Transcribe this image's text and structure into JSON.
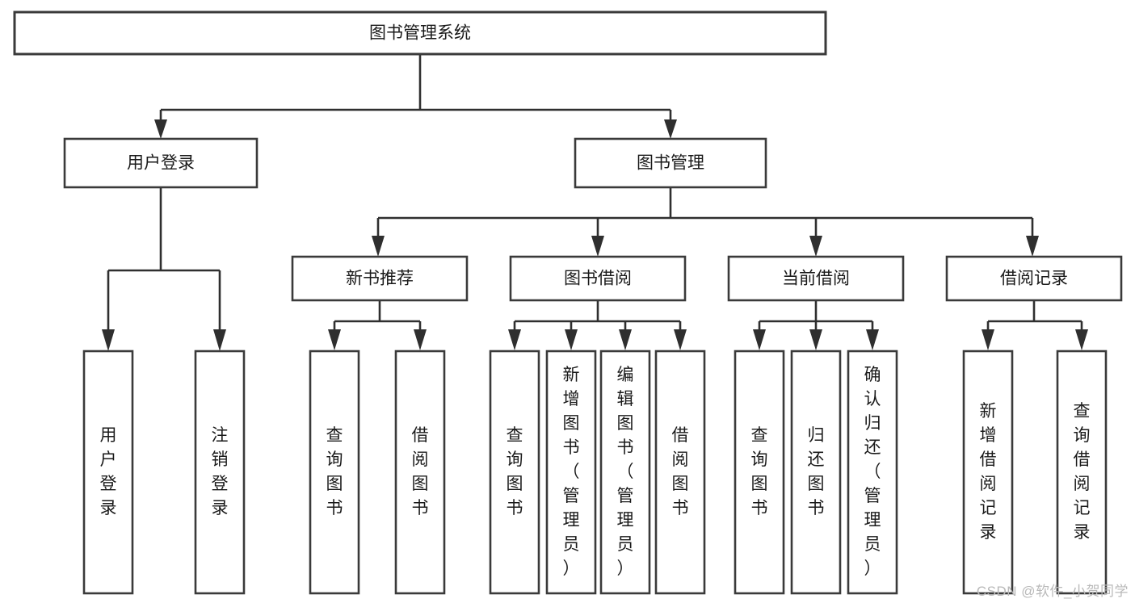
{
  "diagram": {
    "title": "图书管理系统",
    "type": "tree-hierarchy-diagram",
    "watermark": "CSDN @软件_小贺同学",
    "colors": {
      "box_stroke": "#3a3a3a",
      "connector": "#2f2f2f",
      "background": "#ffffff",
      "text": "#1a1a1a",
      "watermark": "#b9b9b9"
    },
    "levels": {
      "root": {
        "label": "图书管理系统"
      },
      "level2": [
        {
          "label": "用户登录"
        },
        {
          "label": "图书管理"
        }
      ],
      "level3": [
        {
          "label": "新书推荐"
        },
        {
          "label": "图书借阅"
        },
        {
          "label": "当前借阅"
        },
        {
          "label": "借阅记录"
        }
      ],
      "leaves_user_login": [
        {
          "label": "用户登录"
        },
        {
          "label": "注销登录"
        }
      ],
      "leaves_new_book": [
        {
          "label": "查询图书"
        },
        {
          "label": "借阅图书"
        }
      ],
      "leaves_borrow": [
        {
          "label": "查询图书"
        },
        {
          "label": "新增图书（管理员）"
        },
        {
          "label": "编辑图书（管理员）"
        },
        {
          "label": "借阅图书"
        }
      ],
      "leaves_current": [
        {
          "label": "查询图书"
        },
        {
          "label": "归还图书"
        },
        {
          "label": "确认归还（管理员）"
        }
      ],
      "leaves_records": [
        {
          "label": "新增借阅记录"
        },
        {
          "label": "查询借阅记录"
        }
      ]
    }
  }
}
